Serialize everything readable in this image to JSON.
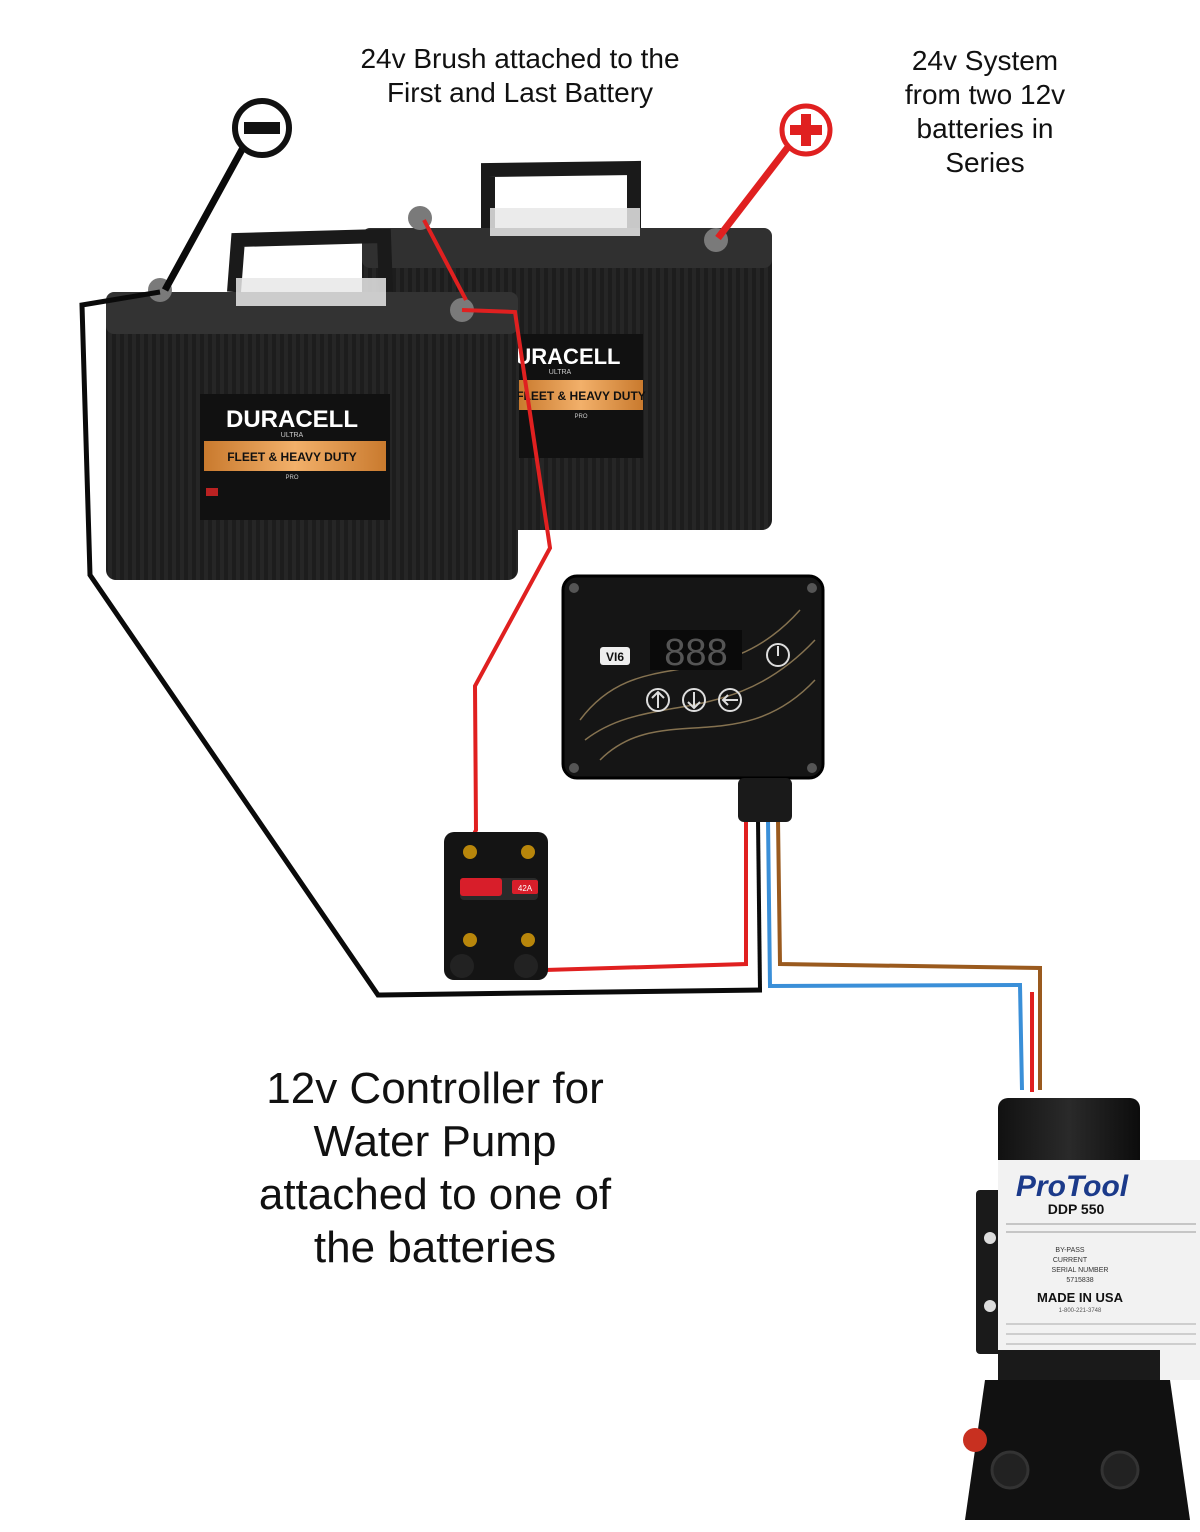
{
  "labels": {
    "brush": [
      "24v Brush attached to the",
      "First and Last Battery"
    ],
    "system": [
      "24v System",
      "from two 12v",
      "batteries in",
      "Series"
    ],
    "controller": [
      "12v Controller for",
      "Water Pump",
      "attached to one of",
      "the batteries"
    ]
  },
  "battery_front": {
    "brand": "DURACELL",
    "line": "ULTRA",
    "type": "FLEET & HEAVY DUTY",
    "grade": "PRO"
  },
  "battery_back": {
    "brand": "DURACELL",
    "line": "ULTRA",
    "type": "FLEET & HEAVY DUTY",
    "grade": "PRO"
  },
  "controller": {
    "logo": "VI6",
    "display": "888"
  },
  "breaker": {
    "rating": "42A"
  },
  "pump": {
    "brand": "ProTool",
    "model": "DDP 550",
    "bypass": "BY-PASS",
    "current": "CURRENT",
    "serial_label": "SERIAL NUMBER",
    "serial": "5715838",
    "origin": "MADE IN USA",
    "phone": "1-800-221-3748"
  },
  "terminals": {
    "negative": "negative-terminal",
    "positive": "positive-terminal"
  },
  "colors": {
    "red_wire": "#e02020",
    "black_wire": "#0a0a0a",
    "blue_wire": "#3a8fd8",
    "brown_wire": "#9a5a1e",
    "battery_body": "#2b2b2b",
    "label_orange": "#d98a3a"
  }
}
